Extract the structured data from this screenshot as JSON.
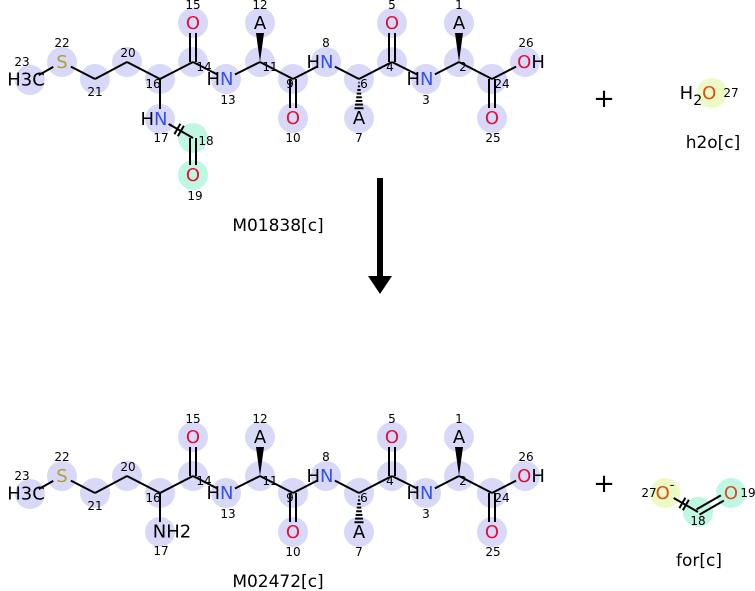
{
  "reaction": {
    "reactants": [
      {
        "name": "M01838[c]",
        "atoms": {
          "1": {
            "symbol": "A",
            "number": "1"
          },
          "2": {
            "symbol": "",
            "number": "2"
          },
          "3": {
            "symbol": "HN",
            "number": "3"
          },
          "4": {
            "symbol": "",
            "number": "4"
          },
          "5": {
            "symbol": "O",
            "number": "5"
          },
          "6": {
            "symbol": "",
            "number": "6"
          },
          "7": {
            "symbol": "A",
            "number": "7"
          },
          "8": {
            "symbol": "HN",
            "number": "8"
          },
          "9": {
            "symbol": "",
            "number": "9"
          },
          "10": {
            "symbol": "O",
            "number": "10"
          },
          "11": {
            "symbol": "",
            "number": "11"
          },
          "12": {
            "symbol": "A",
            "number": "12"
          },
          "13": {
            "symbol": "HN",
            "number": "13"
          },
          "14": {
            "symbol": "",
            "number": "14"
          },
          "15": {
            "symbol": "O",
            "number": "15"
          },
          "16": {
            "symbol": "",
            "number": "16"
          },
          "17": {
            "symbol": "HN",
            "number": "17"
          },
          "18": {
            "symbol": "",
            "number": "18"
          },
          "19": {
            "symbol": "O",
            "number": "19"
          },
          "20": {
            "symbol": "",
            "number": "20"
          },
          "21": {
            "symbol": "",
            "number": "21"
          },
          "22": {
            "symbol": "S",
            "number": "22"
          },
          "23": {
            "symbol": "H3C",
            "number": "23"
          },
          "24": {
            "symbol": "",
            "number": "24"
          },
          "25": {
            "symbol": "O",
            "number": "25"
          },
          "26": {
            "symbol": "OH",
            "number": "26"
          }
        }
      },
      {
        "name": "h2o[c]",
        "atoms": {
          "27": {
            "symbol": "H2O",
            "number": "27"
          }
        }
      }
    ],
    "products": [
      {
        "name": "M02472[c]",
        "atoms": {
          "1": {
            "symbol": "A",
            "number": "1"
          },
          "2": {
            "symbol": "",
            "number": "2"
          },
          "3": {
            "symbol": "HN",
            "number": "3"
          },
          "4": {
            "symbol": "",
            "number": "4"
          },
          "5": {
            "symbol": "O",
            "number": "5"
          },
          "6": {
            "symbol": "",
            "number": "6"
          },
          "7": {
            "symbol": "A",
            "number": "7"
          },
          "8": {
            "symbol": "HN",
            "number": "8"
          },
          "9": {
            "symbol": "",
            "number": "9"
          },
          "10": {
            "symbol": "O",
            "number": "10"
          },
          "11": {
            "symbol": "",
            "number": "11"
          },
          "12": {
            "symbol": "A",
            "number": "12"
          },
          "13": {
            "symbol": "HN",
            "number": "13"
          },
          "14": {
            "symbol": "",
            "number": "14"
          },
          "15": {
            "symbol": "O",
            "number": "15"
          },
          "16": {
            "symbol": "",
            "number": "16"
          },
          "17": {
            "symbol": "NH2",
            "number": "17"
          },
          "20": {
            "symbol": "",
            "number": "20"
          },
          "21": {
            "symbol": "",
            "number": "21"
          },
          "22": {
            "symbol": "S",
            "number": "22"
          },
          "23": {
            "symbol": "H3C",
            "number": "23"
          },
          "24": {
            "symbol": "",
            "number": "24"
          },
          "25": {
            "symbol": "O",
            "number": "25"
          },
          "26": {
            "symbol": "OH",
            "number": "26"
          }
        }
      },
      {
        "name": "for[c]",
        "atoms": {
          "27": {
            "symbol": "O-",
            "number": "27"
          },
          "18": {
            "symbol": "",
            "number": "18"
          },
          "19": {
            "symbol": "O",
            "number": "19"
          }
        }
      }
    ],
    "plus_sign": "+"
  },
  "colors": {
    "highlight_default": "#d8d8f8",
    "highlight_moved": "#bff7e3",
    "highlight_water": "#ecfac4",
    "nitrogen": "#3050f8",
    "oxygen": "#e0103a",
    "oxygen_small": "#e04a1a",
    "sulfur": "#b0a030",
    "carbon": "#000000"
  }
}
